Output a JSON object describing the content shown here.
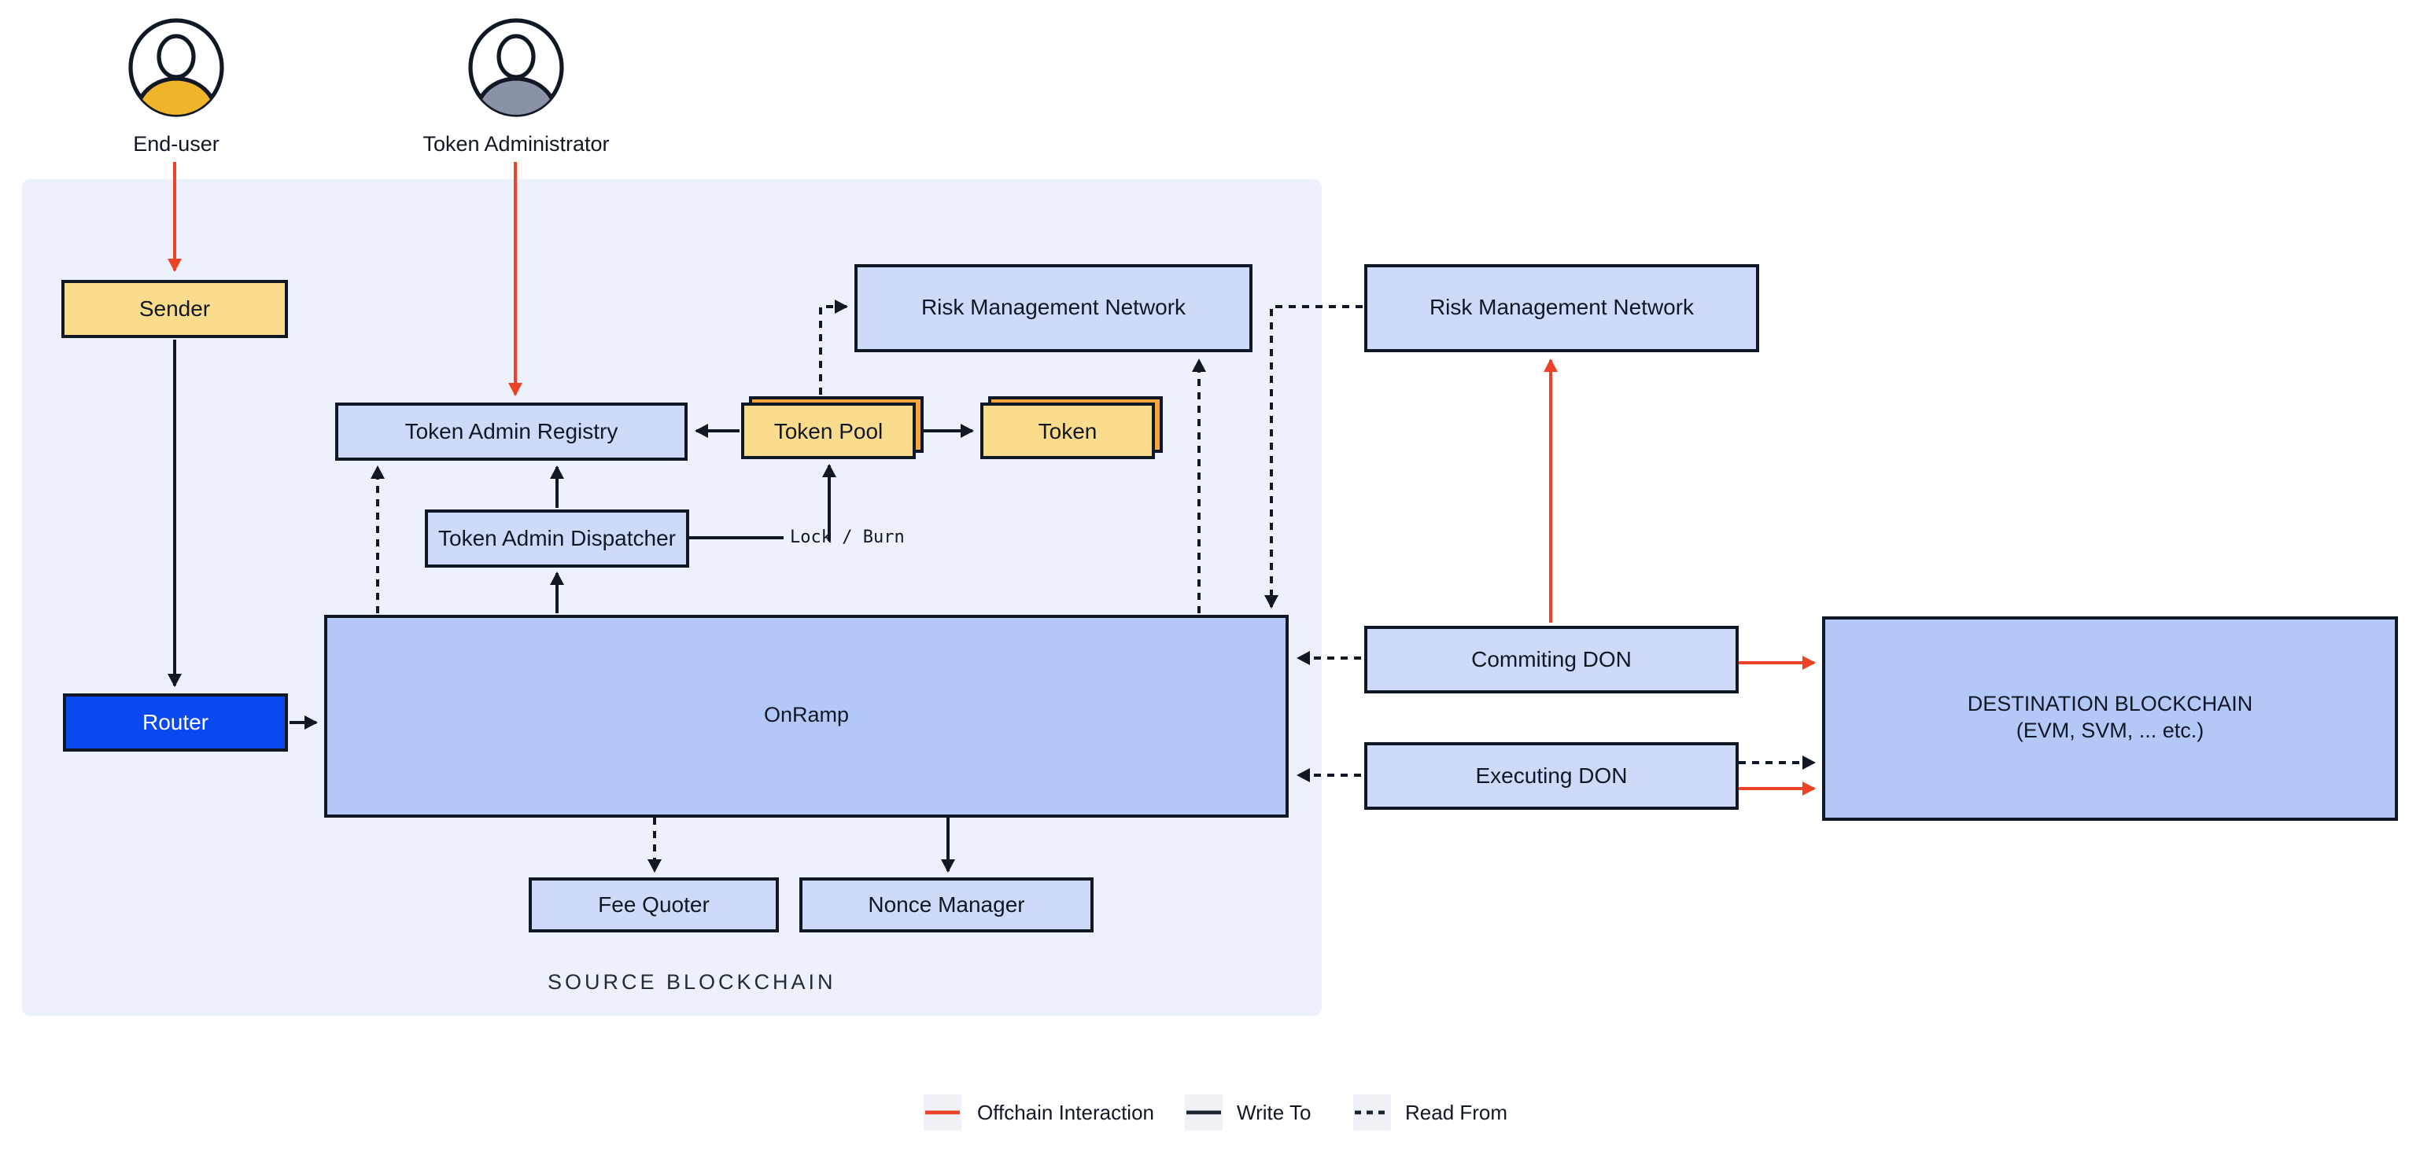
{
  "people": [
    {
      "id": "end-user",
      "label": "End-user",
      "body_color": "#F0B42A"
    },
    {
      "id": "token-administrator",
      "label": "Token Administrator",
      "body_color": "#8A93A6"
    }
  ],
  "nodes": {
    "sender": {
      "label": "Sender"
    },
    "router": {
      "label": "Router"
    },
    "token_admin_registry": {
      "label": "Token Admin Registry"
    },
    "token_admin_dispatcher": {
      "label": "Token Admin Dispatcher"
    },
    "token_pool": {
      "label": "Token Pool"
    },
    "token": {
      "label": "Token"
    },
    "onramp": {
      "label": "OnRamp"
    },
    "fee_quoter": {
      "label": "Fee Quoter"
    },
    "nonce_manager": {
      "label": "Nonce Manager"
    },
    "rmn_source": {
      "label": "Risk Management Network"
    },
    "rmn_offchain": {
      "label": "Risk Management Network"
    },
    "commiting_don": {
      "label": "Commiting DON"
    },
    "executing_don": {
      "label": "Executing DON"
    },
    "destination_blockchain": {
      "line1": "DESTINATION BLOCKCHAIN",
      "line2": "(EVM, SVM, ... etc.)"
    }
  },
  "annotations": {
    "lock_burn": "Lock / Burn",
    "source_blockchain": "SOURCE BLOCKCHAIN"
  },
  "legend": [
    {
      "label": "Offchain Interaction",
      "color": "#EC4326",
      "style": "solid"
    },
    {
      "label": "Write To",
      "color": "#1A2433",
      "style": "solid"
    },
    {
      "label": "Read From",
      "color": "#1A2433",
      "style": "dashed"
    }
  ],
  "colors": {
    "panel_background": "#ECF1FB",
    "box_light_blue": "#CFDAF8",
    "box_periwinkle": "#B4C8F8",
    "box_yellow": "#FBDB8C",
    "box_stack_orange": "#F4A63A",
    "router_blue": "#0A48F0",
    "border_ink": "#101826",
    "offchain_red": "#EC4326",
    "legend_swatch": "#EFF1F6"
  }
}
